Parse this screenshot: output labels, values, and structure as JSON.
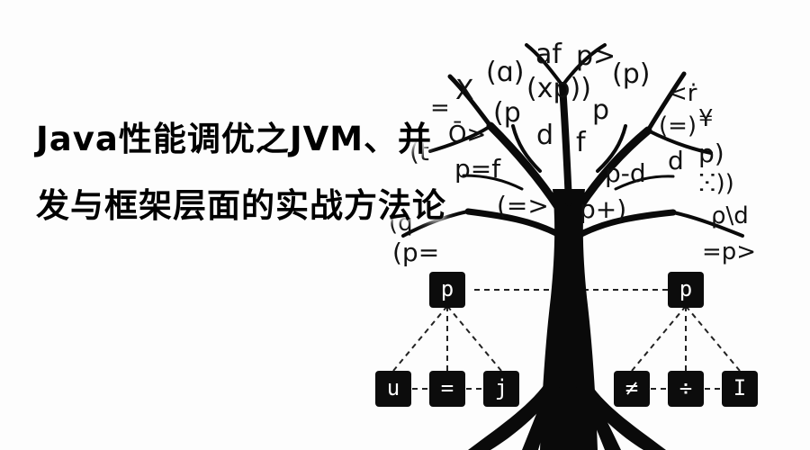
{
  "title": "Java性能调优之JVM、并发与框架层面的实战方法论",
  "tree": {
    "canopy_symbols": [
      "(ɑ)",
      "af",
      "p>",
      "(p)",
      "X",
      "(xp))",
      "(p",
      "<ṙ",
      "p",
      "=",
      "Ō>",
      "d",
      "f",
      "(=)",
      "¥",
      "(t",
      "p=f",
      "p-d",
      "d",
      "p)",
      "(=>",
      "p+)",
      "ⵘ))",
      "(q",
      "ρ\\d",
      "(p=",
      "=p>"
    ],
    "left_group": {
      "root": "p",
      "children": [
        "u",
        "=",
        "j"
      ]
    },
    "right_group": {
      "root": "p",
      "children": [
        "≠",
        "÷",
        "I"
      ]
    }
  }
}
